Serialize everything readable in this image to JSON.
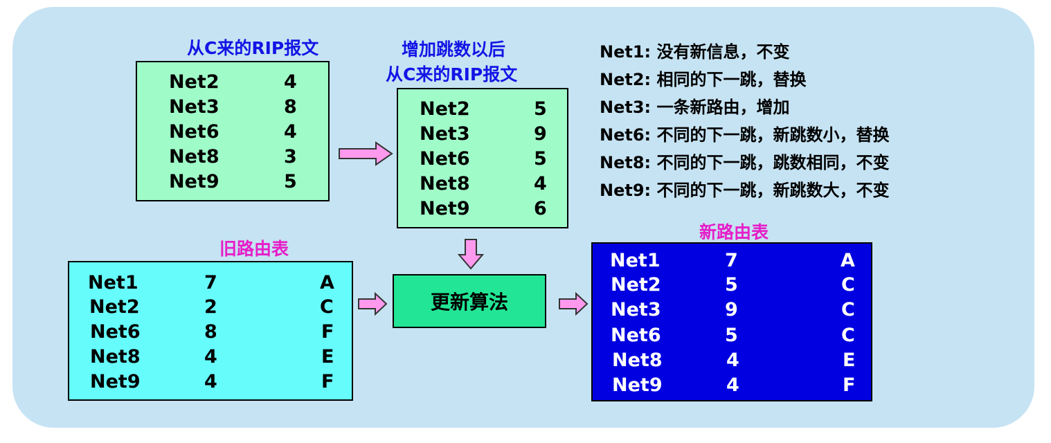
{
  "rip_from_c": {
    "title": "从C来的RIP报文",
    "rows": [
      {
        "net": "Net2",
        "hops": "4"
      },
      {
        "net": "Net3",
        "hops": "8"
      },
      {
        "net": "Net6",
        "hops": "4"
      },
      {
        "net": "Net8",
        "hops": "3"
      },
      {
        "net": "Net9",
        "hops": "5"
      }
    ]
  },
  "rip_incremented": {
    "title_line1": "增加跳数以后",
    "title_line2": "从C来的RIP报文",
    "rows": [
      {
        "net": "Net2",
        "hops": "5"
      },
      {
        "net": "Net3",
        "hops": "9"
      },
      {
        "net": "Net6",
        "hops": "5"
      },
      {
        "net": "Net8",
        "hops": "4"
      },
      {
        "net": "Net9",
        "hops": "6"
      }
    ]
  },
  "notes": [
    "Net1: 没有新信息，不变",
    "Net2: 相同的下一跳，替换",
    "Net3: 一条新路由，增加",
    "Net6: 不同的下一跳，新跳数小，替换",
    "Net8: 不同的下一跳，跳数相同，不变",
    "Net9: 不同的下一跳，新跳数大，不变"
  ],
  "old_table": {
    "title": "旧路由表",
    "rows": [
      {
        "net": "Net1",
        "hops": "7",
        "next": "A"
      },
      {
        "net": "Net2",
        "hops": "2",
        "next": "C"
      },
      {
        "net": "Net6",
        "hops": "8",
        "next": "F"
      },
      {
        "net": "Net8",
        "hops": "4",
        "next": "E"
      },
      {
        "net": "Net9",
        "hops": "4",
        "next": "F"
      }
    ]
  },
  "algorithm": {
    "label": "更新算法"
  },
  "new_table": {
    "title": "新路由表",
    "rows": [
      {
        "net": "Net1",
        "hops": "7",
        "next": "A"
      },
      {
        "net": "Net2",
        "hops": "5",
        "next": "C"
      },
      {
        "net": "Net3",
        "hops": "9",
        "next": "C"
      },
      {
        "net": "Net6",
        "hops": "5",
        "next": "C"
      },
      {
        "net": "Net8",
        "hops": "4",
        "next": "E"
      },
      {
        "net": "Net9",
        "hops": "4",
        "next": "F"
      }
    ]
  },
  "colors": {
    "panel": "#c6e3f3",
    "rip_box": "#9ffcc8",
    "old_table_box": "#66fcfc",
    "new_table_box": "#0000e0",
    "algorithm_box": "#22e695",
    "arrow_fill": "#ff99ee",
    "blue_heading": "#1414e6",
    "magenta_heading": "#e61ec8"
  }
}
